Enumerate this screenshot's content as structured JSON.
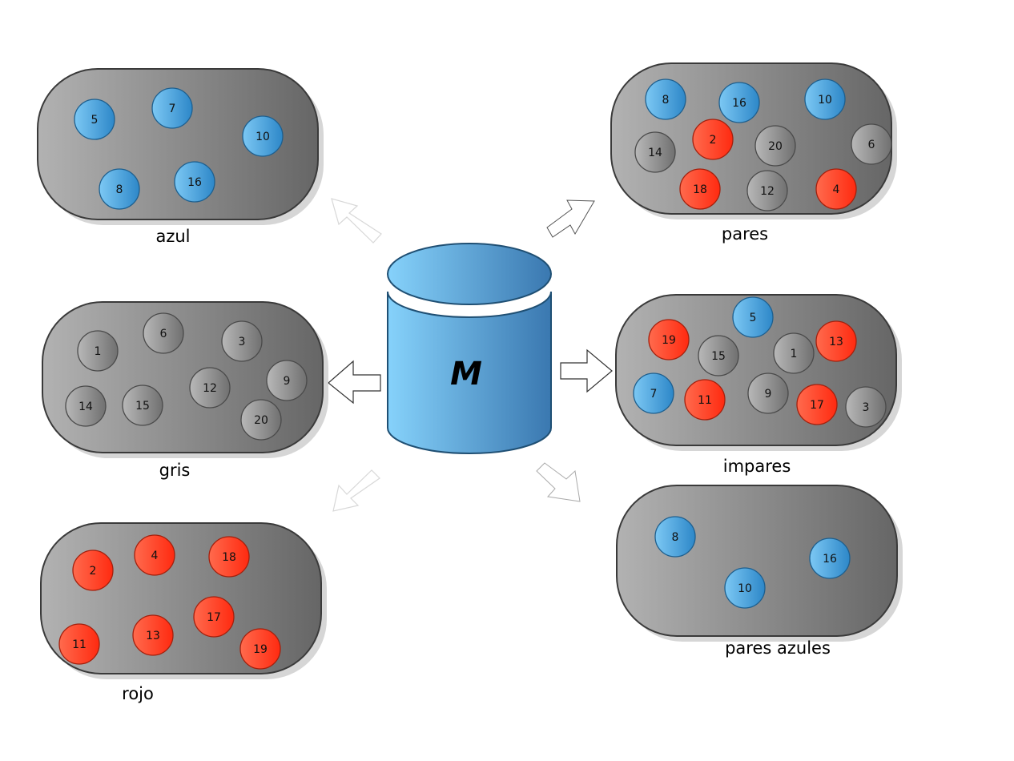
{
  "colors": {
    "blue": "#3a9ad9",
    "red": "#ff3b1f",
    "gray": "#8a8a8a",
    "db": "#4ea3df"
  },
  "source": {
    "label": "M"
  },
  "sets": [
    {
      "id": "azul",
      "label": "azul",
      "balls": [
        {
          "n": "5",
          "c": "blue"
        },
        {
          "n": "7",
          "c": "blue"
        },
        {
          "n": "10",
          "c": "blue"
        },
        {
          "n": "8",
          "c": "blue"
        },
        {
          "n": "16",
          "c": "blue"
        }
      ]
    },
    {
      "id": "gris",
      "label": "gris",
      "balls": [
        {
          "n": "1",
          "c": "gray"
        },
        {
          "n": "6",
          "c": "gray"
        },
        {
          "n": "3",
          "c": "gray"
        },
        {
          "n": "9",
          "c": "gray"
        },
        {
          "n": "12",
          "c": "gray"
        },
        {
          "n": "14",
          "c": "gray"
        },
        {
          "n": "15",
          "c": "gray"
        },
        {
          "n": "20",
          "c": "gray"
        }
      ]
    },
    {
      "id": "rojo",
      "label": "rojo",
      "balls": [
        {
          "n": "2",
          "c": "red"
        },
        {
          "n": "4",
          "c": "red"
        },
        {
          "n": "18",
          "c": "red"
        },
        {
          "n": "17",
          "c": "red"
        },
        {
          "n": "11",
          "c": "red"
        },
        {
          "n": "13",
          "c": "red"
        },
        {
          "n": "19",
          "c": "red"
        }
      ]
    },
    {
      "id": "pares",
      "label": "pares",
      "balls": [
        {
          "n": "8",
          "c": "blue"
        },
        {
          "n": "16",
          "c": "blue"
        },
        {
          "n": "10",
          "c": "blue"
        },
        {
          "n": "14",
          "c": "gray"
        },
        {
          "n": "2",
          "c": "red"
        },
        {
          "n": "20",
          "c": "gray"
        },
        {
          "n": "6",
          "c": "gray"
        },
        {
          "n": "18",
          "c": "red"
        },
        {
          "n": "12",
          "c": "gray"
        },
        {
          "n": "4",
          "c": "red"
        }
      ]
    },
    {
      "id": "impares",
      "label": "impares",
      "balls": [
        {
          "n": "5",
          "c": "blue"
        },
        {
          "n": "19",
          "c": "red"
        },
        {
          "n": "15",
          "c": "gray"
        },
        {
          "n": "1",
          "c": "gray"
        },
        {
          "n": "13",
          "c": "red"
        },
        {
          "n": "7",
          "c": "blue"
        },
        {
          "n": "11",
          "c": "red"
        },
        {
          "n": "9",
          "c": "gray"
        },
        {
          "n": "17",
          "c": "red"
        },
        {
          "n": "3",
          "c": "gray"
        }
      ]
    },
    {
      "id": "pares-azules",
      "label": "pares azules",
      "balls": [
        {
          "n": "8",
          "c": "blue"
        },
        {
          "n": "16",
          "c": "blue"
        },
        {
          "n": "10",
          "c": "blue"
        }
      ]
    }
  ]
}
